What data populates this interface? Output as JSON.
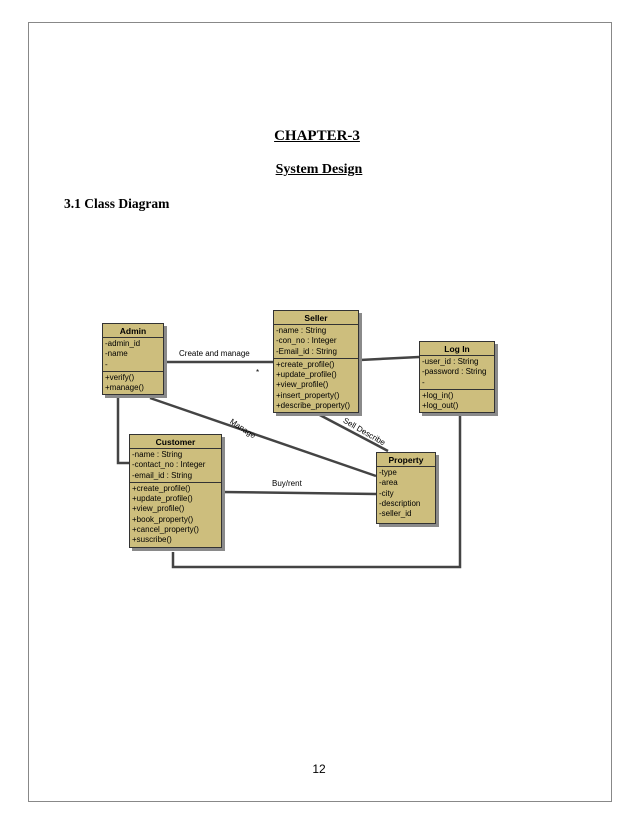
{
  "chapter": {
    "title": "CHAPTER-3",
    "subtitle": "System Design"
  },
  "section": {
    "heading": "3.1  Class Diagram"
  },
  "diagram": {
    "classes": {
      "admin": {
        "name": "Admin",
        "attributes": [
          "-admin_id",
          "-name",
          "-"
        ],
        "methods": [
          "+verify()",
          "+manage()"
        ]
      },
      "seller": {
        "name": "Seller",
        "attributes": [
          "-name : String",
          "-con_no : Integer",
          "-Email_id : String"
        ],
        "methods": [
          "+create_profile()",
          "+update_profile()",
          "+view_profile()",
          "+insert_property()",
          "+describe_property()"
        ]
      },
      "login": {
        "name": "Log In",
        "attributes": [
          "-user_id : String",
          "-password : String",
          "-"
        ],
        "methods": [
          "+log_in()",
          "+log_out()"
        ]
      },
      "customer": {
        "name": "Customer",
        "attributes": [
          "-name : String",
          "-contact_no : Integer",
          "-email_id : String"
        ],
        "methods": [
          "+create_profile()",
          "+update_profile()",
          "+view_profile()",
          "+book_property()",
          "+cancel_property()",
          "+suscribe()"
        ]
      },
      "property": {
        "name": "Property",
        "attributes": [
          "-type",
          "-area",
          "-city",
          "-description",
          "-seller_id"
        ]
      }
    },
    "labels": {
      "create_and_manage": "Create and manage",
      "multiplicity": "*",
      "manage": "Manage",
      "sell_describe": "Sell Describe",
      "buy_rent": "Buy/rent"
    }
  },
  "page_number": "12"
}
